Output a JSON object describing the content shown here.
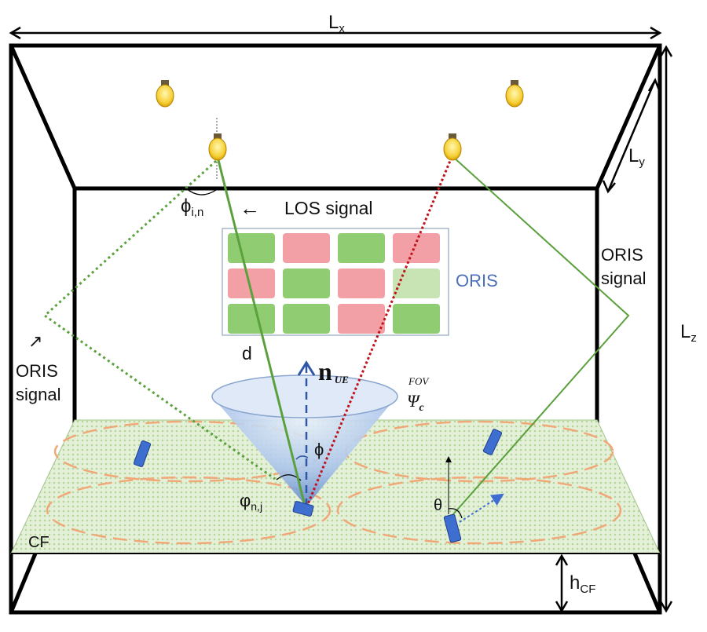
{
  "labels": {
    "lx": "L",
    "lx_sub": "x",
    "ly": "L",
    "ly_sub": "y",
    "lz": "L",
    "lz_sub": "z",
    "hcf": "h",
    "hcf_sub": "CF",
    "phi_in": "ϕ",
    "phi_in_sub": "i,n",
    "los_signal": "LOS signal",
    "los_arrow": "←",
    "oris": "ORIS",
    "oris_right_line1": "ORIS",
    "oris_right_line2": "signal",
    "oris_left_line1": "ORIS",
    "oris_left_line2": "signal",
    "oris_left_arrow": "↗",
    "d": "d",
    "n": "n",
    "n_sub": "UE",
    "fov_sup": "FOV",
    "psi": "Ψ",
    "psi_sub": "c",
    "phi": "ϕ",
    "varphi": "φ",
    "varphi_sub": "n,j",
    "theta": "θ",
    "cf": "CF"
  },
  "colors": {
    "frame": "#000000",
    "los_line": "#5aa03c",
    "nlos_dotted": "#c0121a",
    "oris_green_cell": "#8fcc72",
    "oris_red_cell": "#f2a0a5",
    "oris_light_green_cell": "#c8e3b4",
    "floor": "#d9ecc9",
    "floor_ellipse": "#f0a878",
    "ue": "#3e6fd0",
    "oris_text": "#4a6fb8"
  },
  "oris_grid": [
    [
      "green",
      "red",
      "green",
      "red"
    ],
    [
      "red",
      "green",
      "red",
      "light-green"
    ],
    [
      "green",
      "green",
      "red",
      "green"
    ]
  ],
  "icons": [
    "bulb-icon",
    "bulb-icon",
    "bulb-icon",
    "bulb-icon",
    "phone-icon",
    "phone-icon",
    "phone-icon",
    "phone-icon"
  ]
}
